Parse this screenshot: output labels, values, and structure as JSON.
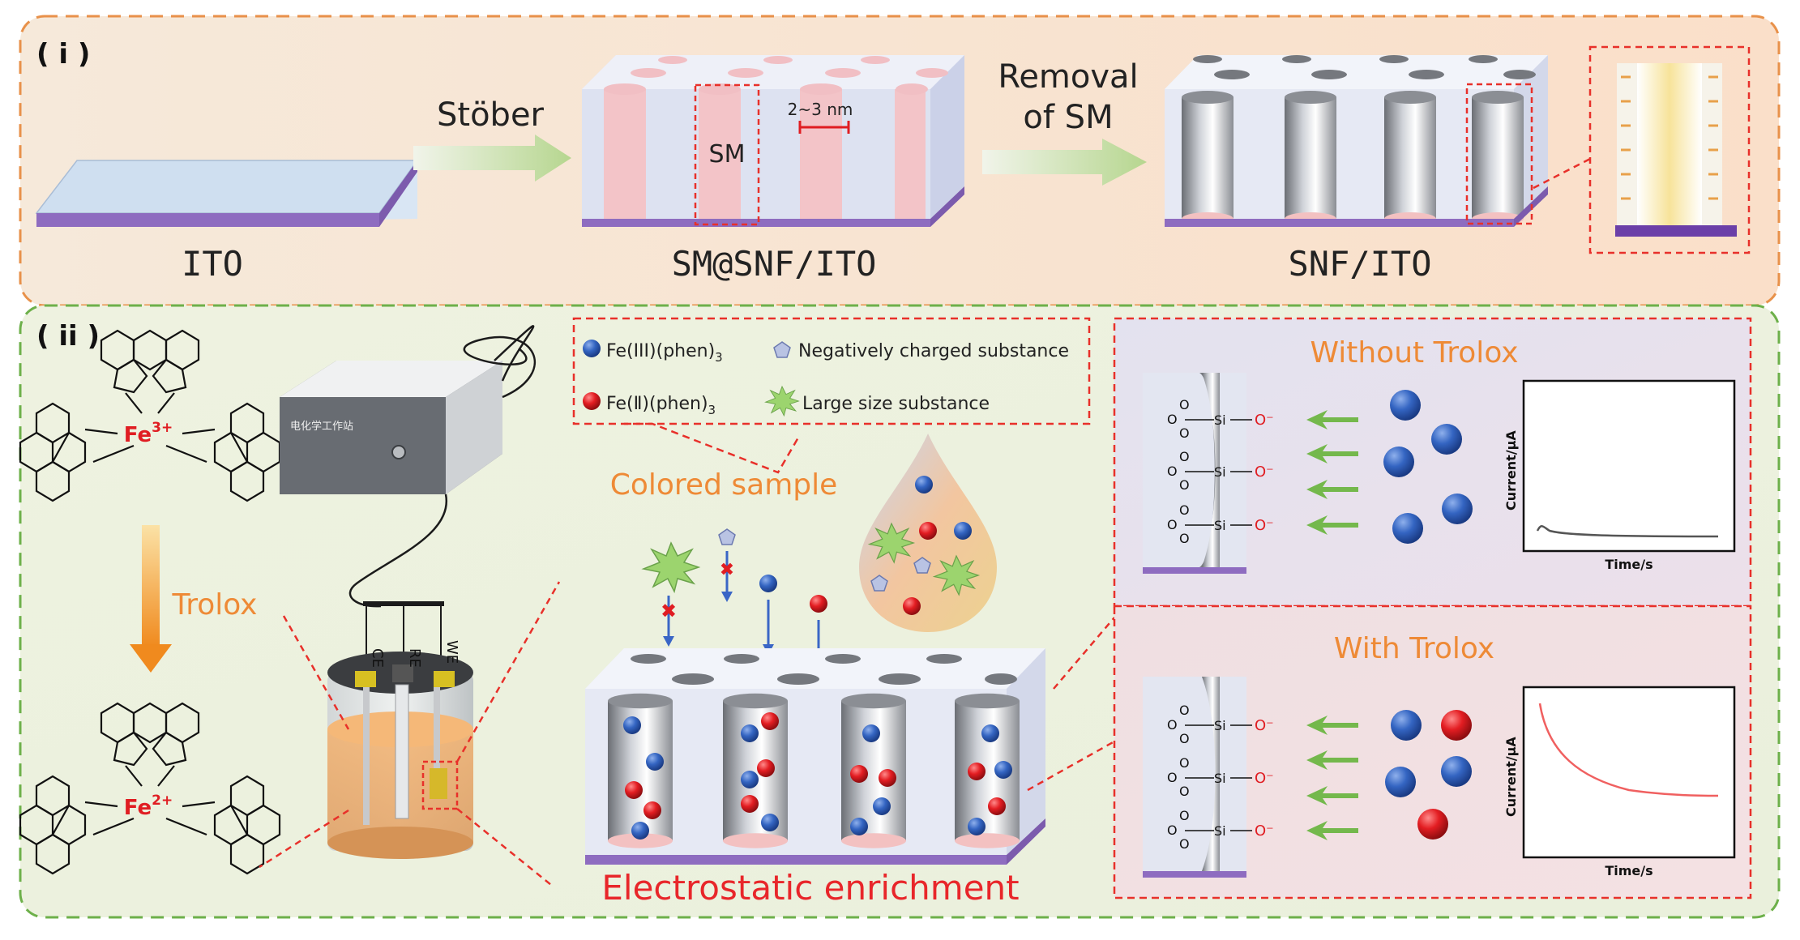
{
  "panel_i": {
    "label": "( i )",
    "step1": {
      "caption": "ITO"
    },
    "arrow1": {
      "label": "Stöber"
    },
    "step2": {
      "caption": "SM@SNF/ITO",
      "sm_label": "SM",
      "pore_size": "2~3 nm"
    },
    "arrow2": {
      "label_line1": "Removal",
      "label_line2": "of SM"
    },
    "step3": {
      "caption": "SNF/ITO"
    }
  },
  "panel_ii": {
    "label": "( ii )",
    "complex_top": {
      "ion": "Fe",
      "charge": "3+"
    },
    "complex_bottom": {
      "ion": "Fe",
      "charge": "2+"
    },
    "reduction_arrow": {
      "label": "Trolox"
    },
    "workstation": {
      "name": "电化学工作站"
    },
    "electrodes": [
      "CE",
      "RE",
      "WE"
    ],
    "legend": {
      "items": [
        {
          "symbol": "blue-sphere",
          "label": "Fe(III)(phen)",
          "sub": "3"
        },
        {
          "symbol": "pentagon",
          "label": "Negatively charged substance",
          "sub": ""
        },
        {
          "symbol": "red-sphere",
          "label": "Fe(Ⅱ)(phen)",
          "sub": "3"
        },
        {
          "symbol": "green-star",
          "label": "Large size substance",
          "sub": ""
        }
      ]
    },
    "colored_sample": "Colored sample",
    "enrichment_caption": "Electrostatic enrichment",
    "without": {
      "title": "Without Trolox",
      "chart": {
        "ylabel": "Current/μA",
        "xlabel": "Time/s"
      },
      "silanol": {
        "o": "O",
        "si": "Si",
        "o_minus": "O⁻"
      }
    },
    "with": {
      "title": "With Trolox",
      "chart": {
        "ylabel": "Current/μA",
        "xlabel": "Time/s"
      },
      "silanol": {
        "o": "O",
        "si": "Si",
        "o_minus": "O⁻"
      }
    }
  },
  "colors": {
    "panel_i_border": "#e8914a",
    "panel_ii_border": "#6db04a",
    "callout": "#e8302a",
    "accent_orange": "#ee8a36",
    "red_title": "#e8262a",
    "fe3": "#2f64c0",
    "fe2": "#e01d22",
    "substrate": "#8e6cc0"
  }
}
